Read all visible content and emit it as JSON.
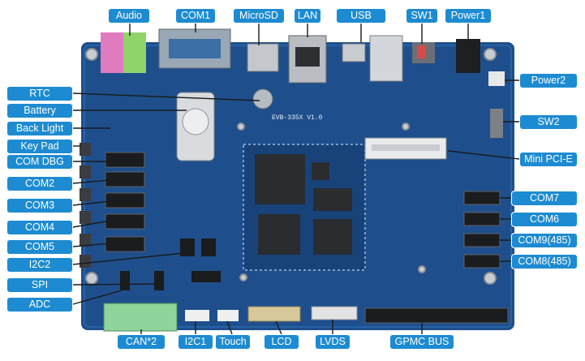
{
  "board": {
    "silkscreen_model": "EVB-335X V1.0"
  },
  "colors": {
    "label_background": "#1d8bd1",
    "label_text": "#ffffff",
    "pcb": "#1e4f8c",
    "leader_line": "#1a1a1a"
  },
  "labels": {
    "audio": "Audio",
    "com1": "COM1",
    "microsd": "MicroSD",
    "lan": "LAN",
    "usb": "USB",
    "sw1": "SW1",
    "power1": "Power1",
    "power2": "Power2",
    "sw2": "SW2",
    "mini_pcie": "Mini PCI-E",
    "com7": "COM7",
    "com6": "COM6",
    "com9_485": "COM9(485)",
    "com8_485": "COM8(485)",
    "rtc": "RTC",
    "battery": "Battery",
    "back_light": "Back Light",
    "key_pad": "Key Pad",
    "com_dbg": "COM DBG",
    "com2": "COM2",
    "com3": "COM3",
    "com4": "COM4",
    "com5": "COM5",
    "i2c2": "I2C2",
    "spi": "SPI",
    "adc": "ADC",
    "can2": "CAN*2",
    "i2c1": "I2C1",
    "touch": "Touch",
    "lcd": "LCD",
    "lvds": "LVDS",
    "gpmc_bus": "GPMC BUS"
  }
}
